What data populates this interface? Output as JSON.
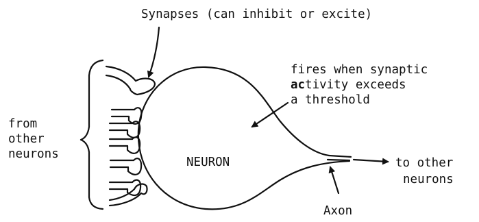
{
  "labels": {
    "synapses": "Synapses (can inhibit or excite)",
    "fires_line1": "fires when synaptic",
    "fires_line2_bold": "ac",
    "fires_line2_rest": "tivity exceeds",
    "fires_line3": "a threshold",
    "from_line1": "from",
    "from_line2": "other",
    "from_line3": "neurons",
    "neuron": "NEURON",
    "to_line1": "to other",
    "to_line2": "neurons",
    "axon": "Axon"
  }
}
